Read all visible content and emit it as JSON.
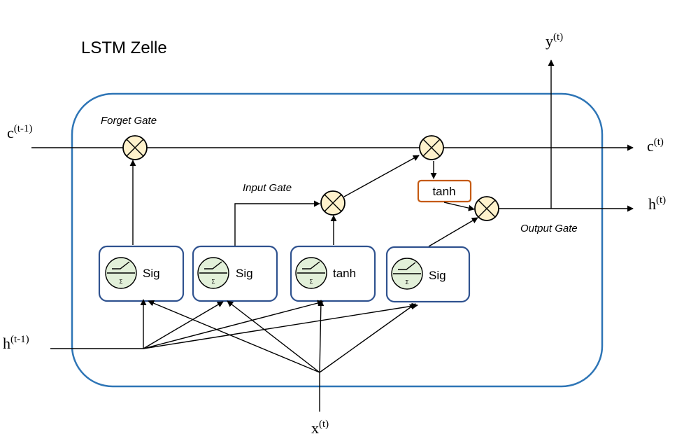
{
  "title": "LSTM Zelle",
  "gates": {
    "forget": "Forget Gate",
    "input": "Input Gate",
    "output": "Output Gate"
  },
  "units": [
    {
      "label": "Sig",
      "sigma": "Σ"
    },
    {
      "label": "Sig",
      "sigma": "Σ"
    },
    {
      "label": "tanh",
      "sigma": "Σ"
    },
    {
      "label": "Sig",
      "sigma": "Σ"
    }
  ],
  "tanh_box": "tanh",
  "variables": {
    "c_prev": {
      "base": "c",
      "sup": "(t-1)"
    },
    "c_next": {
      "base": "c",
      "sup": "(t)"
    },
    "h_prev": {
      "base": "h",
      "sup": "(t-1)"
    },
    "h_next": {
      "base": "h",
      "sup": "(t)"
    },
    "y_out": {
      "base": "y",
      "sup": "(t)"
    },
    "x_in": {
      "base": "x",
      "sup": "(t)"
    }
  },
  "colors": {
    "cell_border": "#2e75b6",
    "unit_border": "#2f528f",
    "multiplier_fill": "#fff2cc",
    "activation_fill": "#e2f0d9",
    "tanh_border": "#c55a11"
  }
}
